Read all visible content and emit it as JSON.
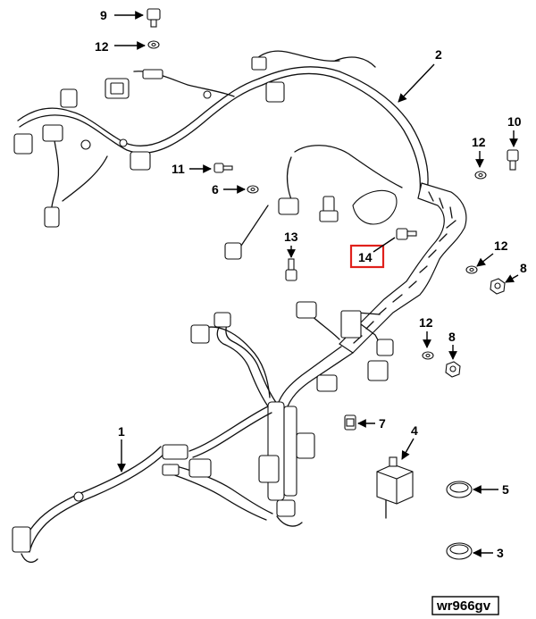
{
  "callouts": {
    "c9": "9",
    "c12_top": "12",
    "c2": "2",
    "c10": "10",
    "c12_right_a": "12",
    "c11": "11",
    "c6": "6",
    "c13": "13",
    "c14": "14",
    "c12_right_b": "12",
    "c8_a": "8",
    "c12_mid": "12",
    "c8_b": "8",
    "c7": "7",
    "c1": "1",
    "c4": "4",
    "c5": "5",
    "c3": "3"
  },
  "highlighted_callout": "14",
  "highlight_color": "#e0201b",
  "figure_code": "wr966gv"
}
